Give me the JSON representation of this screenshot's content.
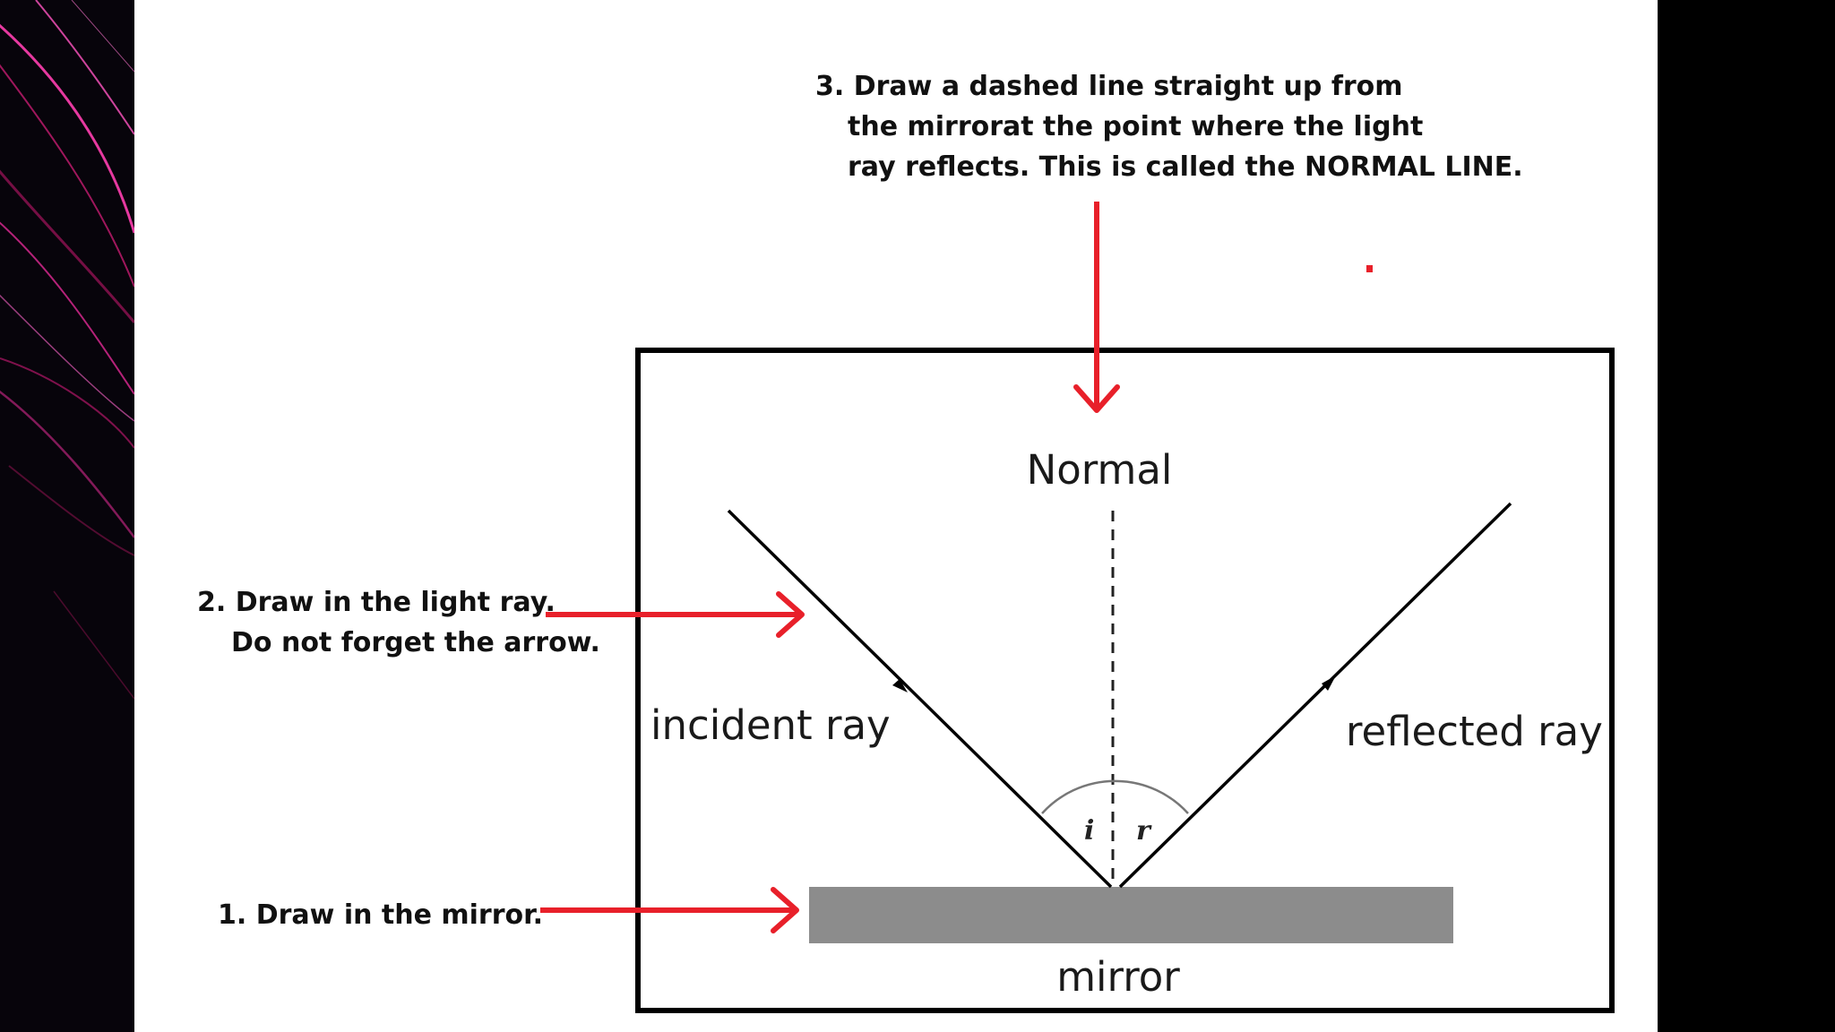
{
  "instructions": {
    "step3": {
      "lines": [
        "3. Draw a dashed line straight up from",
        "the mirrorat the point where the light",
        "ray reflects. This is called the NORMAL LINE."
      ]
    },
    "step2": {
      "lines": [
        "2. Draw in the light ray.",
        "Do not forget the arrow."
      ]
    },
    "step1": {
      "lines": [
        "1. Draw in the mirror."
      ]
    }
  },
  "diagram": {
    "normal_label": "Normal",
    "incident_label": "incident ray",
    "reflected_label": "reflected ray",
    "mirror_label": "mirror",
    "angle_incidence_label": "i",
    "angle_reflection_label": "r"
  },
  "colors": {
    "instruction_arrow": "#e8202a",
    "mirror_fill": "#8c8c8c",
    "frame_stroke": "#000000",
    "background_accent": "#ff2fa8"
  }
}
